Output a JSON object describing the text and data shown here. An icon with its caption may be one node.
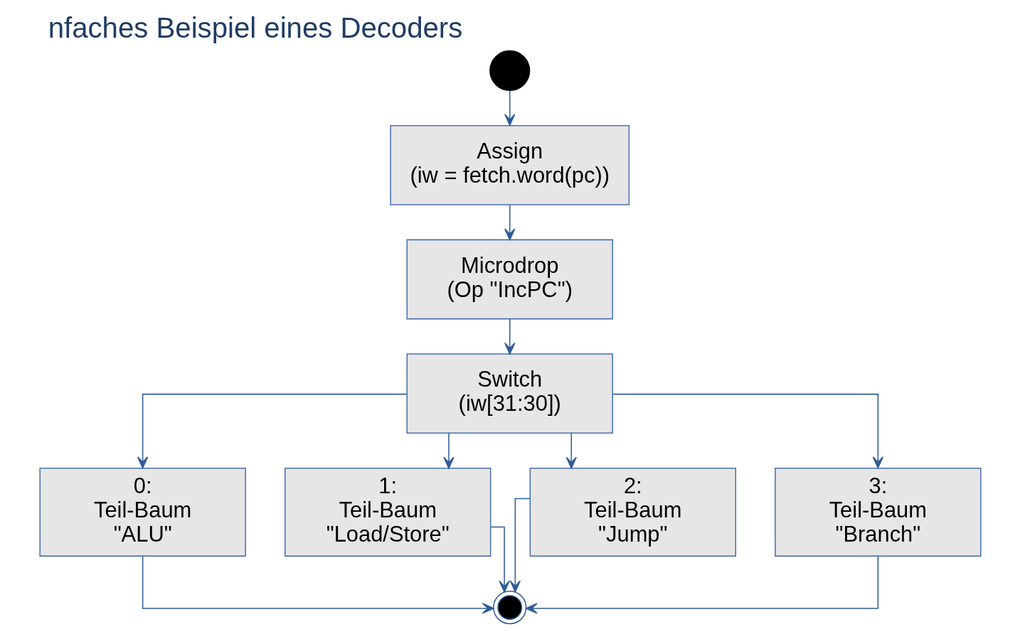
{
  "diagram": {
    "title": "nfaches Beispiel eines Decoders",
    "nodes": [
      {
        "text": [],
        "shape": "circle"
      },
      {
        "text": [
          "Assign",
          "(iw = fetch.word(pc))"
        ]
      },
      {
        "text": [
          "Microdrop",
          "(Op \"IncPC\")"
        ]
      },
      {
        "text": [
          "Switch",
          "(iw[31:30])"
        ]
      },
      {
        "text": [
          "0:",
          "Teil-Baum",
          "\"ALU\""
        ]
      },
      {
        "text": [
          "1:",
          "Teil-Baum",
          "\"Load/Store\""
        ]
      },
      {
        "text": [
          "2:",
          "Teil-Baum",
          "\"Jump\""
        ]
      },
      {
        "text": [
          "3:",
          "Teil-Baum",
          "\"Branch\""
        ]
      },
      {
        "text": [],
        "shape": "circle"
      }
    ],
    "edges": [
      {
        "from": 0,
        "to": 1,
        "arrow": "to"
      },
      {
        "from": 1,
        "to": 2,
        "arrow": "to"
      },
      {
        "from": 2,
        "to": 3,
        "arrow": "to"
      },
      {
        "from": 3,
        "to": 4,
        "arrow": "to"
      },
      {
        "from": 3,
        "to": 5,
        "arrow": "to"
      },
      {
        "from": 3,
        "to": 6,
        "arrow": "to"
      },
      {
        "from": 3,
        "to": 7,
        "arrow": "to"
      },
      {
        "from": 4,
        "to": 8,
        "arrow": "to"
      },
      {
        "from": 5,
        "to": 8,
        "arrow": "to"
      },
      {
        "from": 6,
        "to": 8,
        "arrow": "to"
      },
      {
        "from": 7,
        "to": 8,
        "arrow": "to"
      }
    ]
  }
}
